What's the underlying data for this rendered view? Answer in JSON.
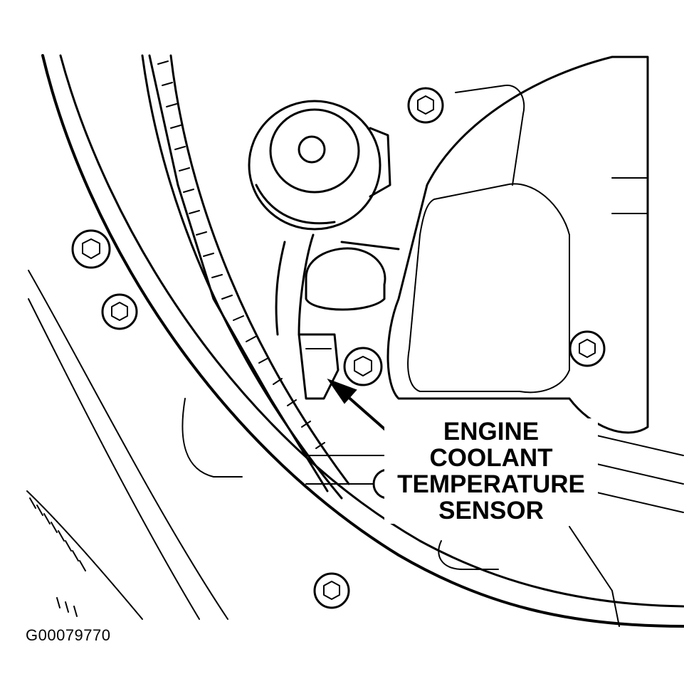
{
  "callout": {
    "line1": "ENGINE",
    "line2": "COOLANT",
    "line3": "TEMPERATURE",
    "line4": "SENSOR"
  },
  "figure_id": "G00079770",
  "colors": {
    "ink": "#000000",
    "paper": "#ffffff"
  }
}
